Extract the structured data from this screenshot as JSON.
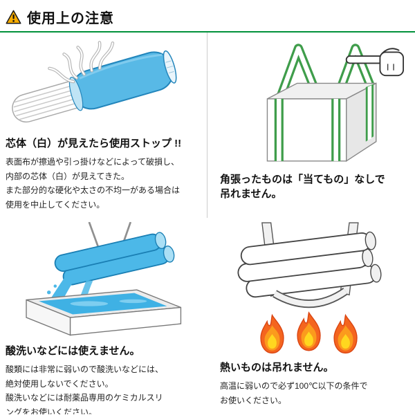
{
  "header": {
    "title": "使用上の注意"
  },
  "colors": {
    "accent_green": "#00913a",
    "warning_yellow": "#f6ab00",
    "belt_blue": "#58b9e6",
    "liquid_blue": "#3fb1e4",
    "strap_green": "#3f9d4b",
    "flame_orange": "#f4651f",
    "flame_yellow": "#ffd71f",
    "divider_gray": "#cccccc"
  },
  "icons": {
    "header": "warning-triangle-icon",
    "section1": "worn-sling-belt-illustration",
    "section2": "container-bag-with-pointing-hand-illustration",
    "section3": "acid-bath-dipping-illustration",
    "section4": "hot-pipes-over-flames-illustration"
  },
  "sections": [
    {
      "heading": "芯体（白）が見えたら使用ストップ !!",
      "body": "表面布が擦過や引っ掛けなどによって破損し、\n内部の芯体（白）が見えてきた。\nまた部分的な硬化や太さの不均一がある場合は\n使用を中止してください。"
    },
    {
      "heading": "角張ったものは「当てもの」なしで\n吊れません。",
      "body": ""
    },
    {
      "heading": "酸洗いなどには使えません。",
      "body": "酸類には非常に弱いので酸洗いなどには、\n絶対使用しないでください。\n酸洗いなどには耐薬品専用のケミカルスリ\nングをお使いください。"
    },
    {
      "heading": "熱いものは吊れません。",
      "body": "高温に弱いので必ず100℃以下の条件で\nお使いください。"
    }
  ]
}
